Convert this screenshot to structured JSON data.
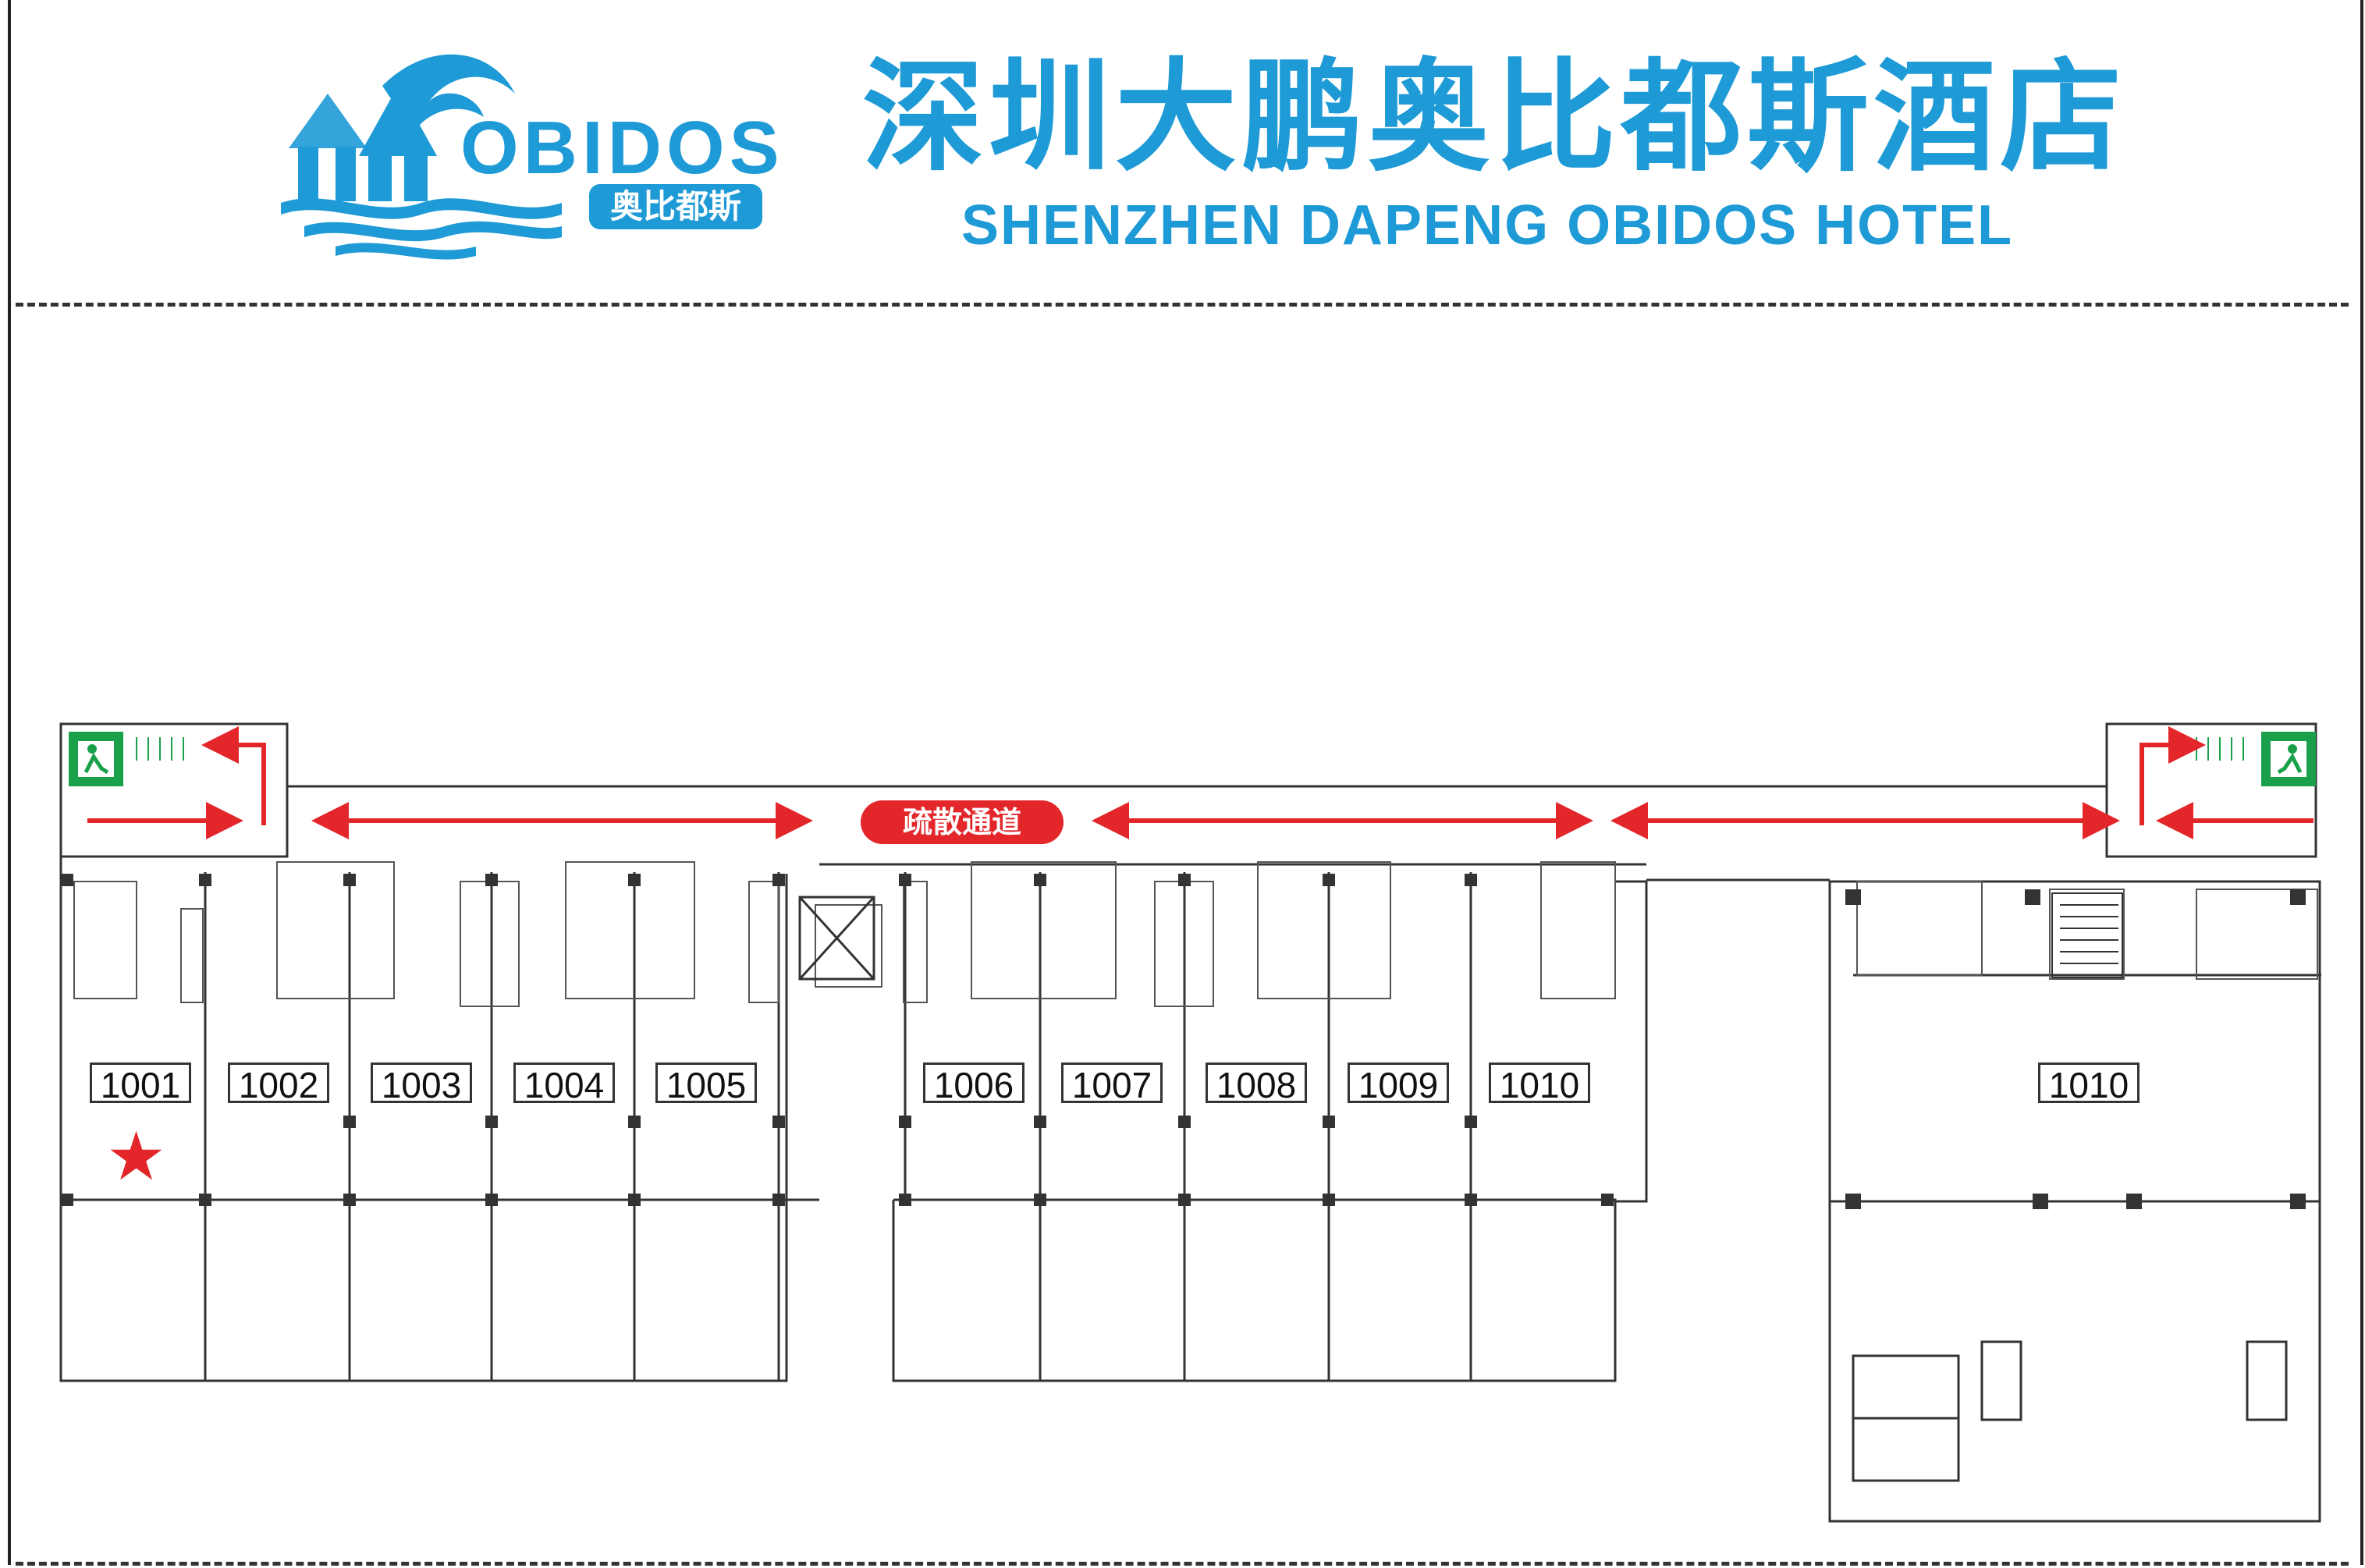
{
  "header": {
    "logo_text": "OBIDOS",
    "logo_badge": "奥比都斯",
    "title_cn": "深圳大鹏奥比都斯酒店",
    "title_en": "SHENZHEN DAPENG OBIDOS HOTEL"
  },
  "evacuation_label": "疏散通道",
  "rooms": [
    "1001",
    "1002",
    "1003",
    "1004",
    "1005",
    "1006",
    "1007",
    "1008",
    "1009",
    "1010",
    "1010"
  ],
  "marker": "★",
  "colors": {
    "brand_blue": "#1e9ad6",
    "evac_red": "#e3262a",
    "exit_green": "#1aa04a",
    "line": "#333333"
  }
}
